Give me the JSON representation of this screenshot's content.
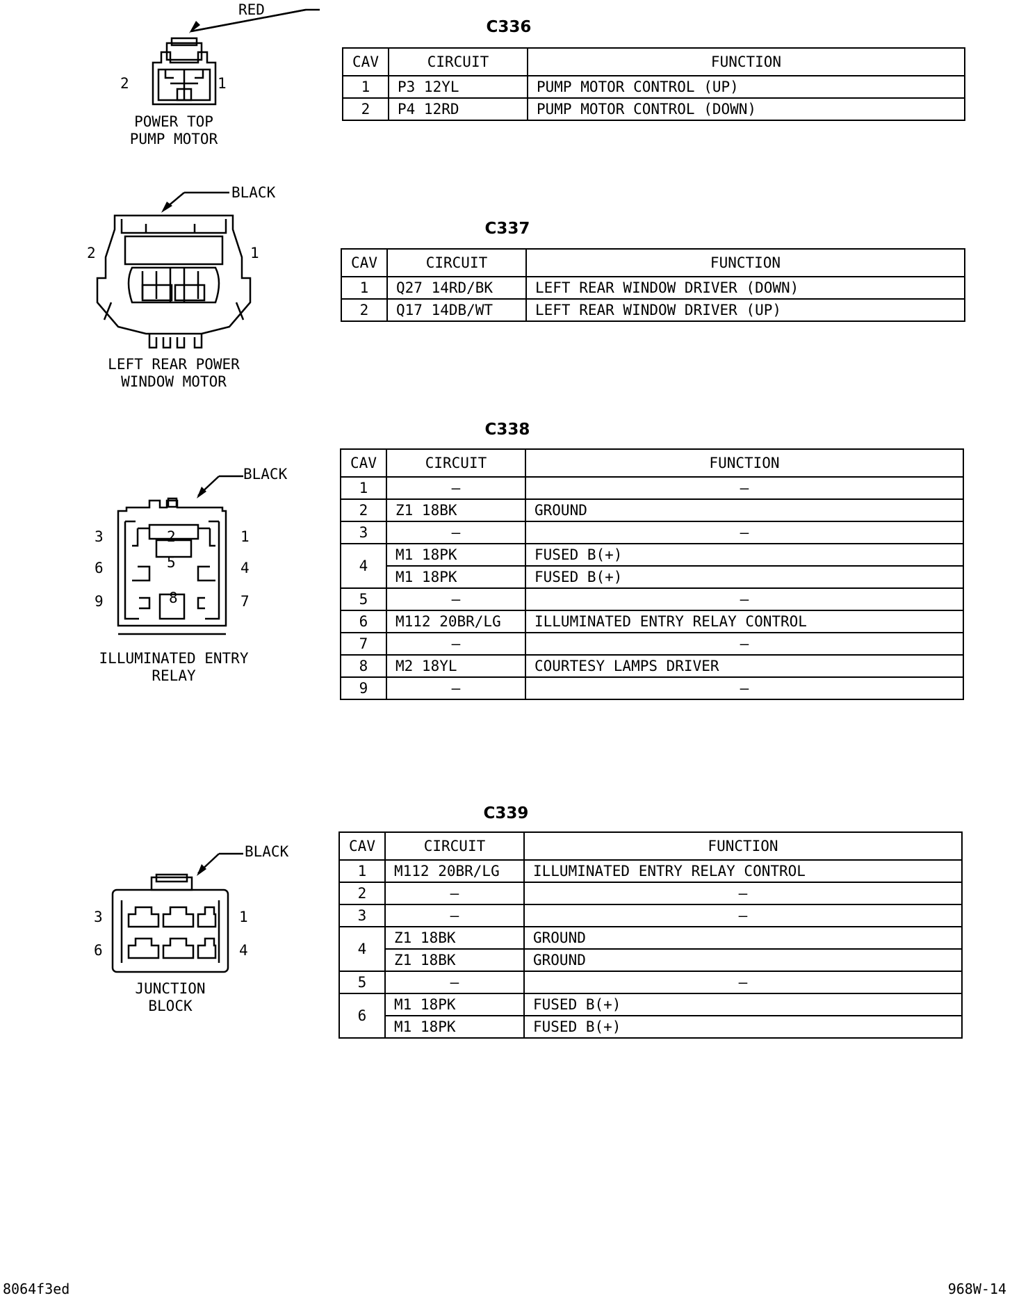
{
  "headers": {
    "cav": "CAV",
    "circuit": "CIRCUIT",
    "function": "FUNCTION"
  },
  "connectors": [
    {
      "name": "C336",
      "color": "RED",
      "component": [
        "POWER TOP",
        "PUMP MOTOR"
      ],
      "pins": {
        "left": "2",
        "right": "1"
      },
      "rows": [
        {
          "cav": "1",
          "circuit": "P3 12YL",
          "function": "PUMP MOTOR CONTROL (UP)"
        },
        {
          "cav": "2",
          "circuit": "P4 12RD",
          "function": "PUMP MOTOR CONTROL (DOWN)"
        }
      ]
    },
    {
      "name": "C337",
      "color": "BLACK",
      "component": [
        "LEFT REAR POWER",
        "WINDOW MOTOR"
      ],
      "pins": {
        "left": "2",
        "right": "1"
      },
      "rows": [
        {
          "cav": "1",
          "circuit": "Q27 14RD/BK",
          "function": "LEFT REAR WINDOW DRIVER (DOWN)"
        },
        {
          "cav": "2",
          "circuit": "Q17 14DB/WT",
          "function": "LEFT REAR WINDOW DRIVER (UP)"
        }
      ]
    },
    {
      "name": "C338",
      "color": "BLACK",
      "component": [
        "ILLUMINATED ENTRY",
        "RELAY"
      ],
      "pins": {
        "p1": "1",
        "p2": "2",
        "p3": "3",
        "p4": "4",
        "p5": "5",
        "p6": "6",
        "p7": "7",
        "p8": "8",
        "p9": "9"
      },
      "rows": [
        {
          "cav": "1",
          "circuit": "–",
          "function": "–"
        },
        {
          "cav": "2",
          "circuit": "Z1 18BK",
          "function": "GROUND"
        },
        {
          "cav": "3",
          "circuit": "–",
          "function": "–"
        },
        {
          "cav": "4",
          "circuit": "M1 18PK",
          "function": "FUSED B(+)"
        },
        {
          "cav": "",
          "circuit": "M1 18PK",
          "function": "FUSED B(+)"
        },
        {
          "cav": "5",
          "circuit": "–",
          "function": "–"
        },
        {
          "cav": "6",
          "circuit": "M112 20BR/LG",
          "function": "ILLUMINATED ENTRY RELAY CONTROL"
        },
        {
          "cav": "7",
          "circuit": "–",
          "function": "–"
        },
        {
          "cav": "8",
          "circuit": "M2 18YL",
          "function": "COURTESY LAMPS DRIVER"
        },
        {
          "cav": "9",
          "circuit": "–",
          "function": "–"
        }
      ]
    },
    {
      "name": "C339",
      "color": "BLACK",
      "component": [
        "JUNCTION",
        "BLOCK"
      ],
      "pins": {
        "p1": "1",
        "p3": "3",
        "p4": "4",
        "p6": "6"
      },
      "rows": [
        {
          "cav": "1",
          "circuit": "M112 20BR/LG",
          "function": "ILLUMINATED ENTRY RELAY CONTROL"
        },
        {
          "cav": "2",
          "circuit": "–",
          "function": "–"
        },
        {
          "cav": "3",
          "circuit": "–",
          "function": "–"
        },
        {
          "cav": "4",
          "circuit": "Z1 18BK",
          "function": "GROUND"
        },
        {
          "cav": "",
          "circuit": "Z1 18BK",
          "function": "GROUND"
        },
        {
          "cav": "5",
          "circuit": "–",
          "function": "–"
        },
        {
          "cav": "6",
          "circuit": "M1 18PK",
          "function": "FUSED B(+)"
        },
        {
          "cav": "",
          "circuit": "M1 18PK",
          "function": "FUSED B(+)"
        }
      ]
    }
  ],
  "footer": {
    "left": "8064f3ed",
    "right": "968W-14"
  }
}
